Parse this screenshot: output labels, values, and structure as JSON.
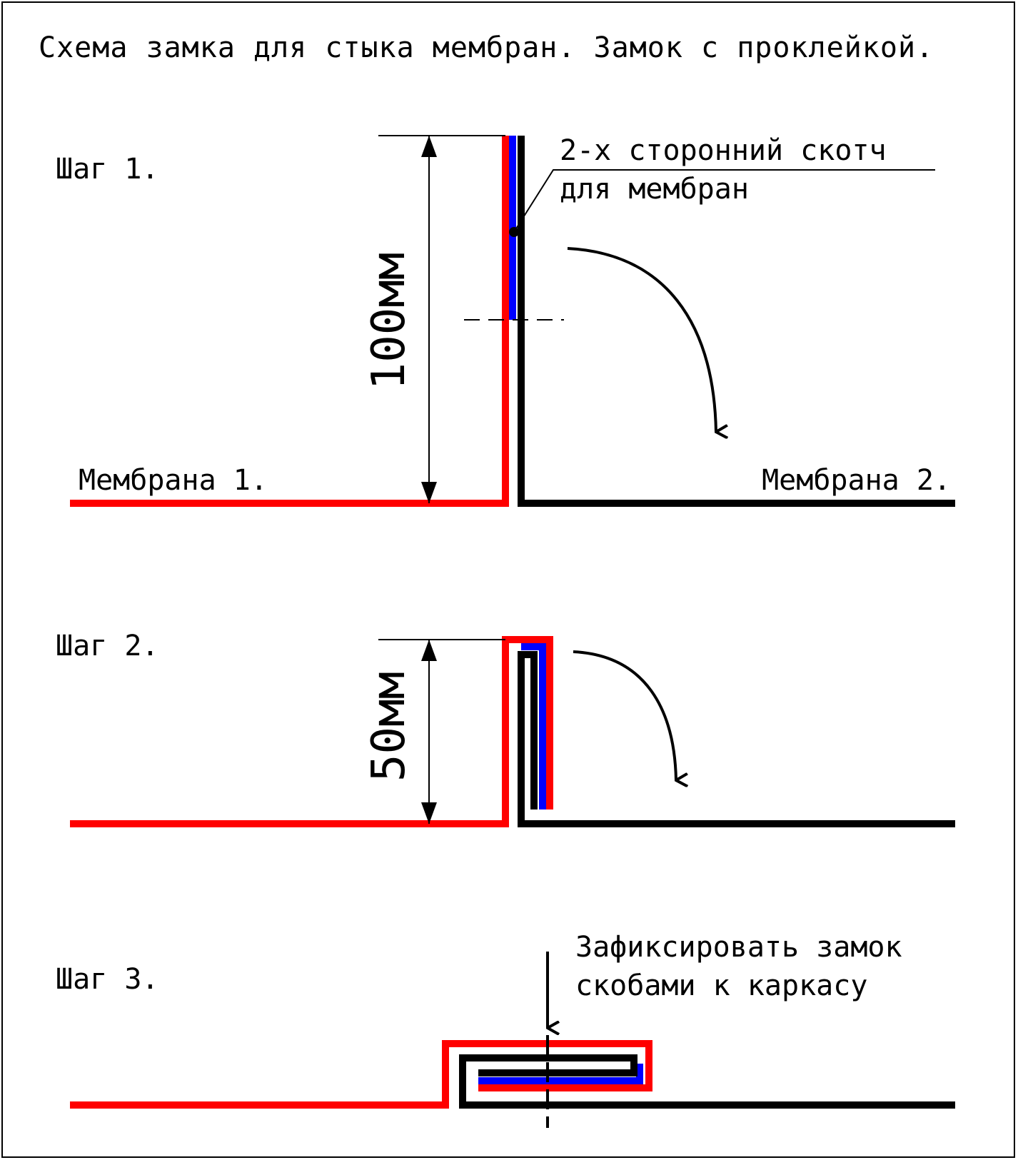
{
  "title": "Схема замка для стыка мембран. Замок с проклейкой.",
  "steps": [
    {
      "label": "Шаг 1.",
      "dimension": "100мм"
    },
    {
      "label": "Шаг 2.",
      "dimension": "50мм"
    },
    {
      "label": "Шаг 3."
    }
  ],
  "membrane_1": "Мембрана 1.",
  "membrane_2": "Мембрана 2.",
  "tape_note": {
    "line1": "2-х сторонний скотч",
    "line2": "для мембран"
  },
  "fix_note": {
    "line1": "Зафиксировать замок",
    "line2": "скобами к каркасу"
  },
  "colors": {
    "membrane_1": "#ff0000",
    "membrane_2": "#000000",
    "tape": "#0000ff",
    "line": "#000000"
  }
}
